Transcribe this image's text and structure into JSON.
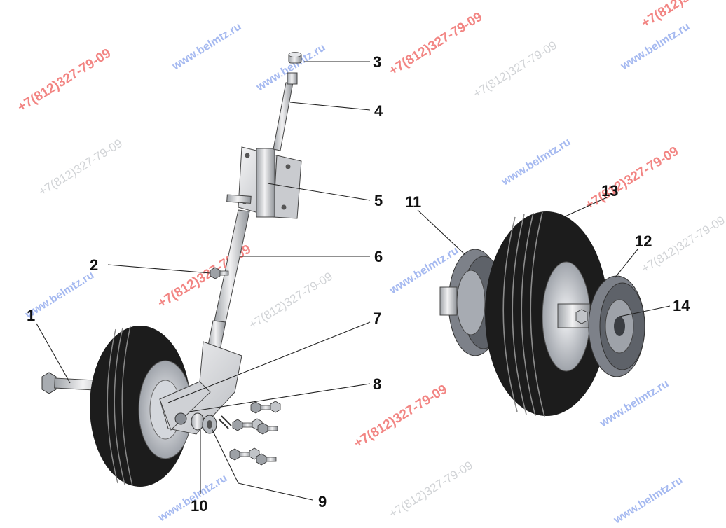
{
  "parts": {
    "p1": "1",
    "p2": "2",
    "p3": "3",
    "p4": "4",
    "p5": "5",
    "p6": "6",
    "p7": "7",
    "p8": "8",
    "p9": "9",
    "p10": "10",
    "p11": "11",
    "p12": "12",
    "p13": "13",
    "p14": "14"
  },
  "watermarks": {
    "phone": "+7(812)327-79-09",
    "site": "www.belmtz.ru"
  },
  "colors": {
    "tire": "#1c1c1c",
    "rim": "#c9ccd2",
    "metal": "#dcdde0",
    "watermark_red": "#e8231f",
    "watermark_blue": "#3a66e0"
  }
}
